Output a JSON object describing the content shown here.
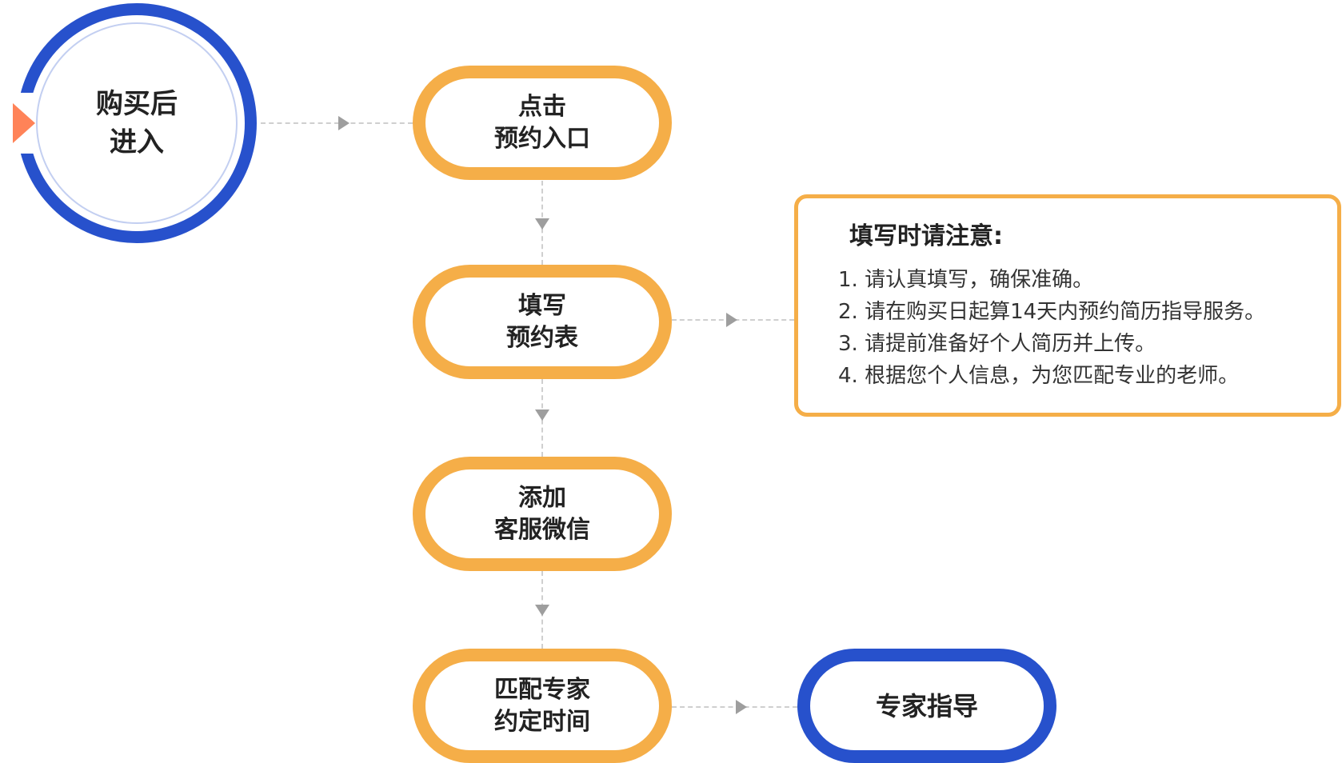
{
  "start_node": {
    "line1": "购买后",
    "line2": "进入",
    "marker_color": "#FF8358",
    "ring_color": "#2751CC"
  },
  "steps": [
    {
      "line1": "点击",
      "line2": "预约入口"
    },
    {
      "line1": "填写",
      "line2": "预约表"
    },
    {
      "line1": "添加",
      "line2": "客服微信"
    },
    {
      "line1": "匹配专家",
      "line2": "约定时间"
    }
  ],
  "end_node": {
    "label": "专家指导"
  },
  "notes": {
    "title": "填写时请注意:",
    "items": [
      "1. 请认真填写，确保准确。",
      "2. 请在购买日起算14天内预约简历指导服务。",
      "3. 请提前准备好个人简历并上传。",
      "4. 根据您个人信息，为您匹配专业的老师。"
    ]
  },
  "colors": {
    "step_border": "#F5AE48",
    "accent_blue": "#2751CC",
    "connector": "#CFCFCF",
    "arrow": "#9E9E9E"
  }
}
